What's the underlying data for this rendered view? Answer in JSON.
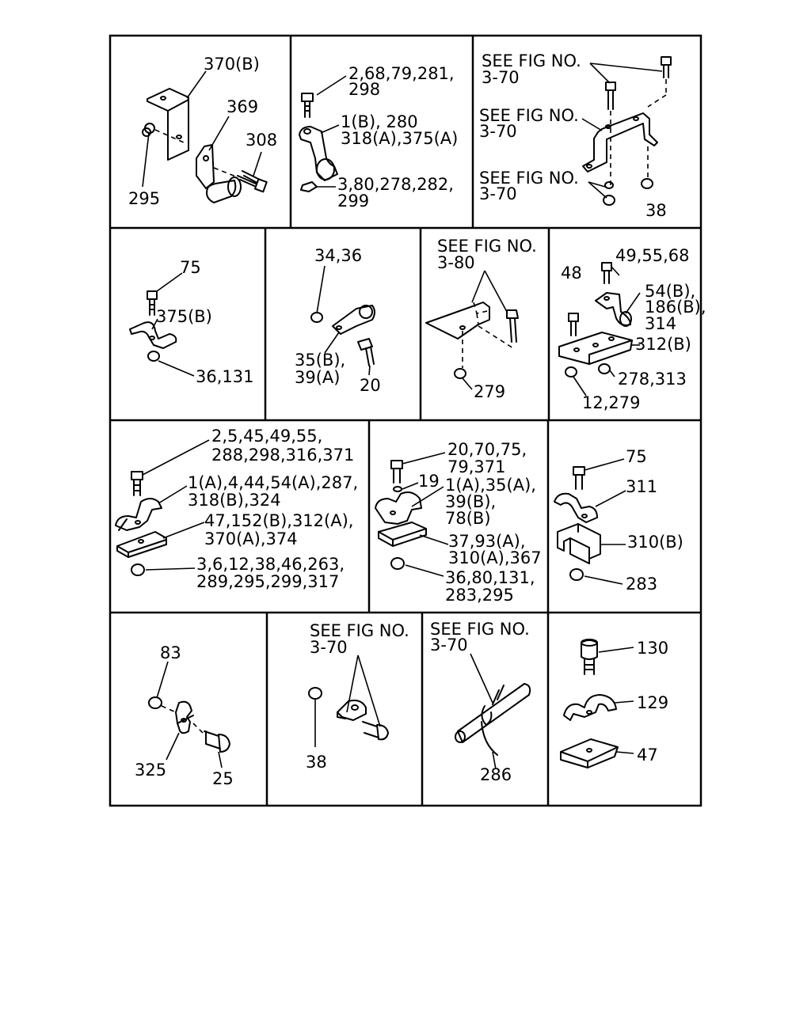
{
  "cells": {
    "c11": {
      "labels": [
        "370(B)",
        "369",
        "308",
        "295"
      ]
    },
    "c12": {
      "labels": [
        "2,68,79,281,",
        "298",
        "1(B), 280",
        "318(A),375(A)",
        "3,80,278,282,",
        "299"
      ]
    },
    "c13": {
      "labels": [
        "SEE FIG NO.",
        "3-70",
        "SEE FIG NO.",
        "3-70",
        "SEE FIG NO.",
        "3-70",
        "38"
      ]
    },
    "c21": {
      "labels": [
        "75",
        "375(B)",
        "36,131"
      ]
    },
    "c22": {
      "labels": [
        "34,36",
        "35(B),",
        "39(A)",
        "20"
      ]
    },
    "c23": {
      "labels": [
        "SEE FIG NO.",
        "3-80",
        "279"
      ]
    },
    "c24": {
      "labels": [
        "49,55,68",
        "48",
        "54(B),",
        "186(B),",
        "314",
        "312(B)",
        "278,313",
        "12,279"
      ]
    },
    "c31": {
      "labels": [
        "2,5,45,49,55,",
        "288,298,316,371",
        "1(A),4,44,54(A),287,",
        "318(B),324",
        "47,152(B),312(A),",
        "370(A),374",
        "3,6,12,38,46,263,",
        "289,295,299,317"
      ]
    },
    "c32": {
      "labels": [
        "20,70,75,",
        "79,371",
        "19",
        "1(A),35(A),",
        "39(B),",
        "78(B)",
        "37,93(A),",
        "310(A),367",
        "36,80,131,",
        "283,295"
      ]
    },
    "c33": {
      "labels": [
        "75",
        "311",
        "310(B)",
        "283"
      ]
    },
    "c41": {
      "labels": [
        "83",
        "325",
        "25"
      ]
    },
    "c42": {
      "labels": [
        "SEE FIG NO.",
        "3-70",
        "38"
      ]
    },
    "c43": {
      "labels": [
        "SEE FIG NO.",
        "3-70",
        "286"
      ]
    },
    "c44": {
      "labels": [
        "130",
        "129",
        "47"
      ]
    }
  }
}
